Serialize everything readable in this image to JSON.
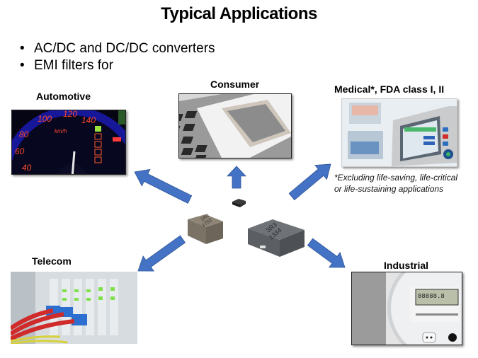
{
  "slide": {
    "title": "Typical Applications",
    "bullets": [
      {
        "symbol": "•",
        "text": "AC/DC and DC/DC converters"
      },
      {
        "symbol": "•",
        "text": "EMI filters for"
      }
    ]
  },
  "applications": {
    "automotive": {
      "label": "Automotive",
      "image": "speedometer-photo",
      "gauge_numbers": [
        "40",
        "60",
        "80",
        "100",
        "120",
        "140"
      ],
      "unit": "km/h"
    },
    "consumer": {
      "label": "Consumer",
      "image": "laptop-tablet-phone-photo"
    },
    "medical": {
      "label": "Medical*, FDA class I, II",
      "image": "medical-monitor-photo",
      "footnote_line1": "*Excluding life-saving, life-critical",
      "footnote_line2": "or life-sustaining applications"
    },
    "telecom": {
      "label": "Telecom",
      "image": "network-cables-photo"
    },
    "industrial": {
      "label": "Industrial",
      "image": "power-meter-photo"
    }
  },
  "components": {
    "inductor_left_marking_1": "1R0",
    "inductor_left_marking_2": "1702",
    "inductor_right_marking_1": "3R3",
    "inductor_right_marking_2": "1334"
  },
  "colors": {
    "arrow": "#4472C4",
    "arrow_stroke": "#2F5597"
  }
}
